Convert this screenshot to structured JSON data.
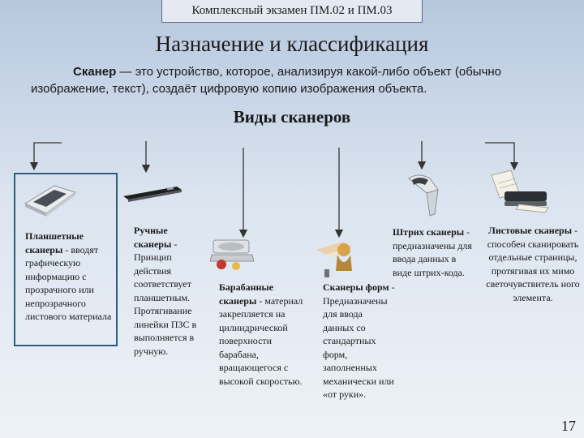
{
  "header": {
    "course": "Комплексный экзамен ПМ.02 и ПМ.03"
  },
  "slide": {
    "title": "Назначение и классификация",
    "intro_term": "Сканер",
    "intro_text": " — это устройство, которое, анализируя какой-либо объект (обычно изображение, текст), создаёт цифровую копию изображения объекта.",
    "subtitle": "Виды сканеров",
    "page_number": "17"
  },
  "scanners": [
    {
      "name": "Планшетные сканеры",
      "text": " - вводят графическую информацию с прозрачного или непрозрачного листового материала",
      "icon": "flatbed-scanner-icon"
    },
    {
      "name": "Ручные сканеры",
      "text": " - Принцип действия соответствует планшетным. Протягивание линейки ПЗС в выполняется в ручную.",
      "icon": "handheld-scanner-icon"
    },
    {
      "name": "Барабанные сканеры",
      "text": " - материал закрепляется на цилиндрической поверхности барабана, вращающегося с высокой скоростью.",
      "icon": "drum-scanner-icon"
    },
    {
      "name": "Сканеры форм",
      "text": " - Предназначены для ввода данных со стандартных форм, заполненных механически или «от руки».",
      "icon": "form-scanner-icon"
    },
    {
      "name": "Штрих сканеры",
      "text": " - предназначены для ввода данных в виде штрих-кода.",
      "icon": "barcode-scanner-icon"
    },
    {
      "name": "Листовые сканеры",
      "text": " - способен сканировать отдельные страницы, протягивая их мимо светочувствитель ного элемента.",
      "icon": "sheetfed-scanner-icon"
    }
  ]
}
